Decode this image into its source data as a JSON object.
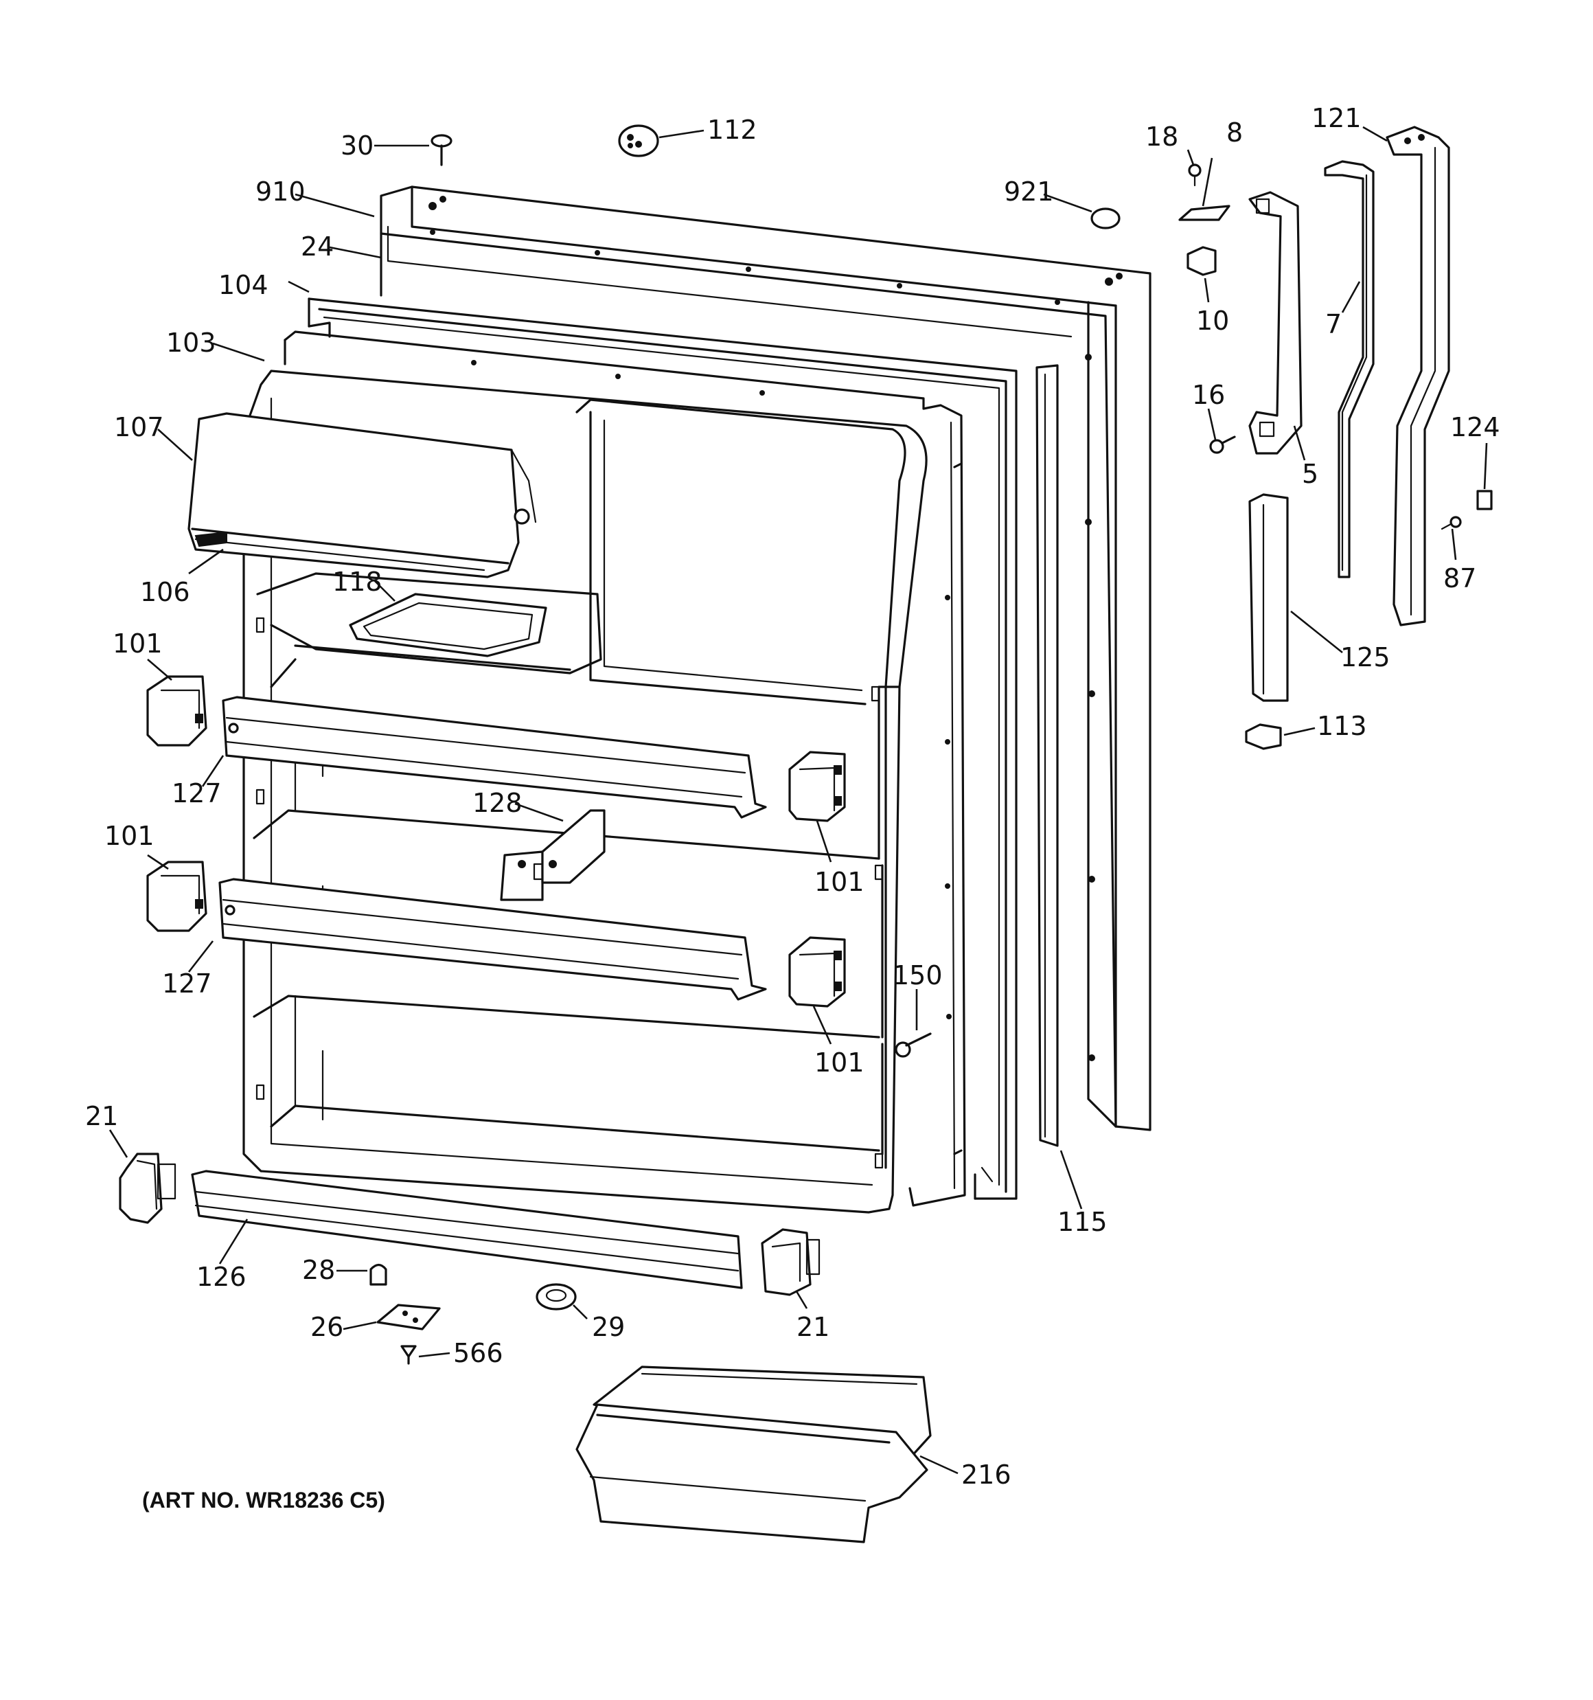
{
  "art_number": "(ART NO. WR18236 C5)",
  "callouts": {
    "c30": "30",
    "c112": "112",
    "c910": "910",
    "c24": "24",
    "c104": "104",
    "c103": "103",
    "c107": "107",
    "c106": "106",
    "c118": "118",
    "c101a": "101",
    "c127a": "127",
    "c128": "128",
    "c101b": "101",
    "c101c": "101",
    "c127b": "127",
    "c101d": "101",
    "c150": "150",
    "c21a": "21",
    "c126": "126",
    "c28": "28",
    "c26": "26",
    "c566": "566",
    "c29": "29",
    "c21b": "21",
    "c216": "216",
    "c115": "115",
    "c921": "921",
    "c18": "18",
    "c8": "8",
    "c10": "10",
    "c16": "16",
    "c5": "5",
    "c121": "121",
    "c7": "7",
    "c124": "124",
    "c87": "87",
    "c125": "125",
    "c113": "113"
  }
}
